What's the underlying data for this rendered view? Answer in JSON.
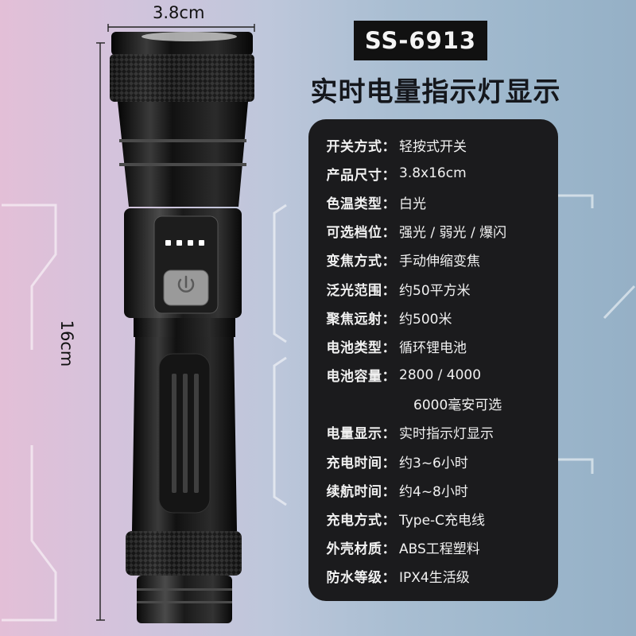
{
  "dimensions": {
    "width": "3.8cm",
    "length": "16cm"
  },
  "model": "SS-6913",
  "headline": "实时电量指示灯显示",
  "specs": [
    {
      "label": "开关方式：",
      "value": "轻按式开关"
    },
    {
      "label": "产品尺寸：",
      "value": "3.8x16cm"
    },
    {
      "label": "色温类型：",
      "value": "白光"
    },
    {
      "label": "可选档位：",
      "value": "强光 / 弱光 / 爆闪"
    },
    {
      "label": "变焦方式：",
      "value": "手动伸缩变焦"
    },
    {
      "label": "泛光范围：",
      "value": "约50平方米"
    },
    {
      "label": "聚焦远射：",
      "value": "约500米"
    },
    {
      "label": "电池类型：",
      "value": "循环锂电池"
    },
    {
      "label": "电池容量：",
      "value": "2800 / 4000"
    },
    {
      "label": "",
      "value": "6000毫安可选"
    },
    {
      "label": "电量显示：",
      "value": "实时指示灯显示"
    },
    {
      "label": "充电时间：",
      "value": "约3~6小时"
    },
    {
      "label": "续航时间：",
      "value": "约4~8小时"
    },
    {
      "label": "充电方式：",
      "value": "Type-C充电线"
    },
    {
      "label": "外壳材质：",
      "value": "ABS工程塑料"
    },
    {
      "label": "防水等级：",
      "value": "IPX4生活级"
    }
  ],
  "colors": {
    "accent": "#111111",
    "panel": "#1b1b1d",
    "indicator": "#ffffff",
    "button": "#9a9a9a"
  },
  "icons": [
    "power-icon"
  ]
}
